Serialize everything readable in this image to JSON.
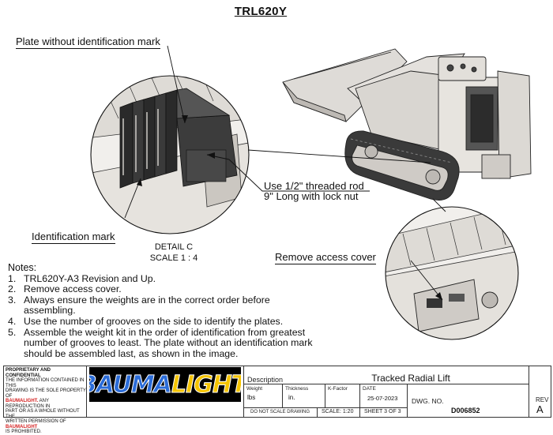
{
  "drawing_title": "TRL620Y",
  "callouts": {
    "plate_no_mark": "Plate without identification mark",
    "threaded_rod_line1": "Use 1/2\" threaded rod",
    "threaded_rod_line2": "9\" Long with lock nut",
    "identification_mark": "Identification mark",
    "remove_access_cover": "Remove access cover"
  },
  "detail": {
    "name": "DETAIL C",
    "scale": "SCALE 1 : 4"
  },
  "notes": {
    "heading": "Notes:",
    "items": [
      {
        "num": "1.",
        "text": "TRL620Y-A3 Revision and Up."
      },
      {
        "num": "2.",
        "text": "Remove access cover."
      },
      {
        "num": "3.",
        "text": "Always ensure the weights are in the correct order before assembling."
      },
      {
        "num": "4.",
        "text": "Use the number of grooves on the side to identify the plates."
      },
      {
        "num": "5.",
        "text": "Assemble the weight kit in the order of identification from greatest number of grooves to least. The plate without an identification mark should be assembled last, as shown in the image."
      }
    ]
  },
  "title_block": {
    "proprietary_heading": "PROPRIETARY AND CONFIDENTIAL",
    "proprietary_line1": "THE INFORMATION CONTAINED IN THIS",
    "proprietary_line2": "DRAWING IS THE SOLE PROPERTY OF",
    "proprietary_brand1": "BAUMALIGHT.",
    "proprietary_line3": " ANY REPRODUCTION IN",
    "proprietary_line4": "PART OR AS A WHOLE WITHOUT THE",
    "proprietary_line5": "WRITTEN PERMISSION OF ",
    "proprietary_brand2": "BAUMALIGHT",
    "proprietary_line6": "IS PROHIBITED.",
    "logo_part1": "BAUMA",
    "logo_part2": "LIGHT",
    "logo_mark": "®",
    "description_label": "Description",
    "description_value": "Tracked Radial Lift",
    "weight_label": "Weight",
    "weight_value": "lbs",
    "thickness_label": "Thickness",
    "thickness_value": "in.",
    "kfactor_label": "K-Factor",
    "date_label": "DATE",
    "date_value": "25-07-2023",
    "dwg_label": "DWG.  NO.",
    "dwg_value": "D006852",
    "rev_label": "REV",
    "rev_value": "A",
    "no_scale": "DO NOT SCALE DRAWING",
    "scale": "SCALE: 1:20",
    "sheet": "SHEET 3 OF 3"
  },
  "colors": {
    "brand_blue": "#2b6cd8",
    "brand_yellow": "#f5c400",
    "brand_red": "#d42020"
  }
}
